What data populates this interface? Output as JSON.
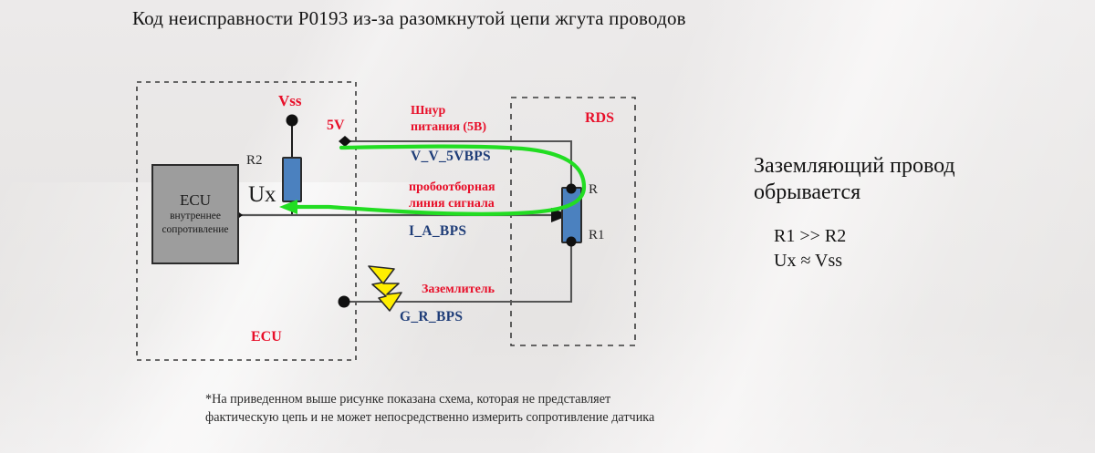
{
  "title": "Код неисправности P0193 из-за разомкнутой цепи жгута проводов",
  "colors": {
    "red_label": "#e8102a",
    "blue_label": "#1f3d78",
    "resistor_blue": "#4b81bf",
    "wire_gray": "#555555",
    "highlight_green": "#22dd22",
    "fault_yellow": "#ffee00",
    "ecu_fill": "#9d9d9d",
    "background": "#e8e6e5"
  },
  "diagram": {
    "ecu_box": {
      "line1": "ECU",
      "line2": "внутреннее",
      "line3": "сопротивление"
    },
    "ecu_enclosure_label": "ECU",
    "rds_enclosure_label": "RDS",
    "nodes": {
      "vss": "Vss",
      "five_volt": "5V",
      "ux": "Ux"
    },
    "components": {
      "r2": "R2",
      "r": "R",
      "r1": "R1"
    },
    "wires": [
      {
        "id": "power",
        "red_label": "Шнур\nпитания (5В)",
        "red_label_line1": "Шнур",
        "red_label_line2": "питания (5В)",
        "blue_label": "V_V_5VBPS"
      },
      {
        "id": "signal",
        "red_label_line1": "пробоотборная",
        "red_label_line2": "линия сигнала",
        "blue_label": "I_A_BPS"
      },
      {
        "id": "ground",
        "red_label_line1": "Заземлитель",
        "blue_label": "G_R_BPS"
      }
    ],
    "fault_marker": "lightning-bolt-icon"
  },
  "conclusion": {
    "heading_line1": "Заземляющий провод",
    "heading_line2": "обрывается",
    "relation1": "R1 >> R2",
    "relation2": "Ux ≈ Vss"
  },
  "footnote": "*На приведенном выше рисунке показана схема, которая не представляет фактическую цепь и не может непосредственно измерить сопротивление датчика"
}
